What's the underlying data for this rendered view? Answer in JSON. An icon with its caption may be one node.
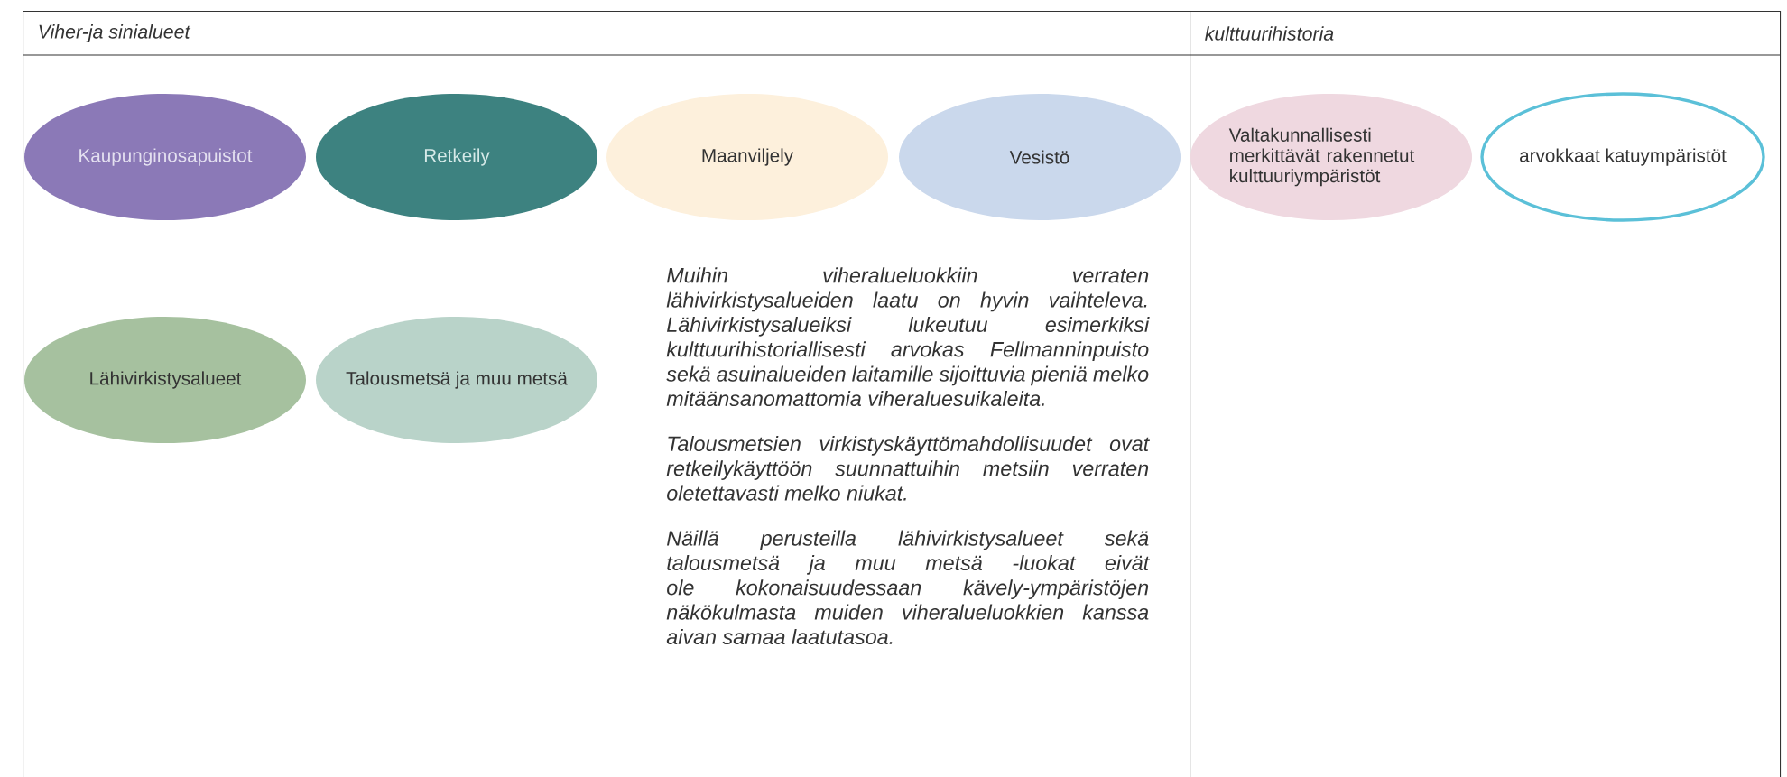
{
  "diagram": {
    "nodes": [
      {
        "text": [
          "Viher-ja sinialueet"
        ]
      },
      {
        "text": [
          "kulttuurihistoria"
        ]
      },
      {
        "text": [
          "Kaupunginosapuistot"
        ],
        "in": 0
      },
      {
        "text": [
          "Retkeily"
        ],
        "in": 0
      },
      {
        "text": [
          "Maanviljely"
        ],
        "in": 0
      },
      {
        "text": [
          "Vesistö"
        ],
        "in": 0
      },
      {
        "text": [
          "Valtakunnallisesti merkittävät rakennetut kulttuuriympäristöt"
        ],
        "in": 1
      },
      {
        "text": [
          "arvokkaat katuympäristöt"
        ],
        "in": 1
      },
      {
        "text": [
          "Lähivirkistysalueet"
        ],
        "in": 0
      },
      {
        "text": [
          "Talousmetsä ja muu metsä"
        ],
        "in": 0
      }
    ],
    "edges": [],
    "labels": [
      "Muihin viheralueluokkiin verraten lähivirkistysalueiden laatu on hyvin vaihteleva. Lähivirkistysalueiksi lukeutuu esimerkiksi kulttuurihistoriallisesti arvokas Fellmanninpuisto sekä asuinalueiden laitamille sijoittuvia pieniä melko mitäänsanomattomia viheraluesuikaleita.",
      "Talousmetsien virkistyskäyttömahdollisuudet ovat retkeilykäyttöön suunnattuihin metsiin verraten oletettavasti melko niukat.",
      "Näillä perusteilla lähivirkistysalueet sekä talousmetsä ja muu metsä -luokat eivät ole kokonaisuudessaan kävely-ympäristöjen näkökulmasta muiden viheralueluokkien kanssa aivan samaa laatutasoa."
    ]
  }
}
